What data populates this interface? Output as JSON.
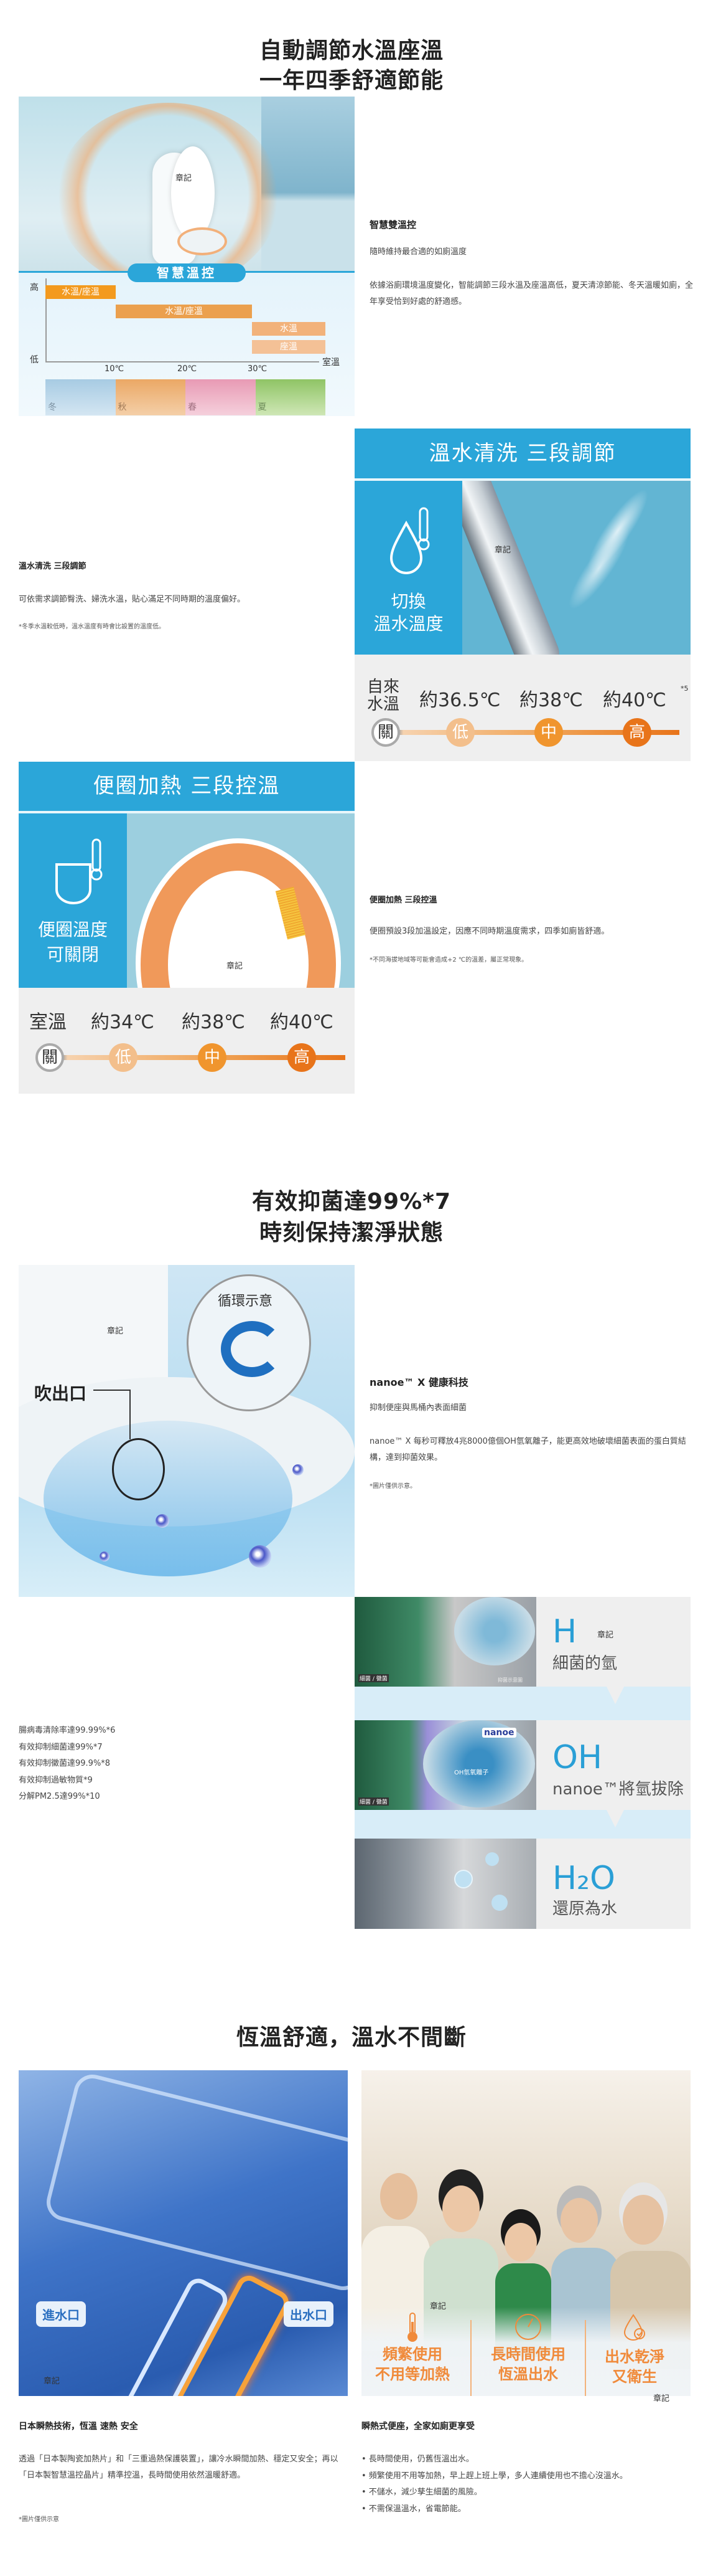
{
  "watermark": "章記",
  "s1": {
    "title1": "自動調節水溫座溫",
    "title2": "一年四季舒適節能",
    "heading": "智慧雙溫控",
    "sub": "隨時維持最合適的如廁溫度",
    "para": "依據浴廁環境溫度變化，智能調節三段水溫及座溫高低，夏天清涼節能、冬天溫暖如廁，全年享受恰到好處的舒適感。",
    "chart": {
      "banner": "智慧溫控",
      "y_high": "高",
      "y_low": "低",
      "x_label": "室溫",
      "ticks": [
        "10℃",
        "20℃",
        "30℃"
      ],
      "bars": [
        "水溫/座溫",
        "水溫/座溫",
        "水溫",
        "座溫"
      ],
      "seasons": [
        "冬",
        "秋",
        "春",
        "夏"
      ]
    }
  },
  "s2": {
    "header": "溫水清洗 三段調節",
    "side1": "切換",
    "side2": "溫水溫度",
    "tap1": "自來",
    "tap2": "水溫",
    "temps": [
      "約36.5℃",
      "約38℃",
      "約40℃"
    ],
    "temp_note": "*5",
    "dials": [
      "關",
      "低",
      "中",
      "高"
    ],
    "heading": "溫水清洗 三段調節",
    "para": "可依需求調節臀洗、婦洗水溫，貼心滿足不同時期的溫度偏好。",
    "note": "*冬季水溫較低時，溫水溫度有時會比設置的溫度低。"
  },
  "s3": {
    "header": "便圈加熱 三段控溫",
    "side1": "便圈溫度",
    "side2": "可關閉",
    "temps": [
      "室溫",
      "約34℃",
      "約38℃",
      "約40℃"
    ],
    "dials": [
      "關",
      "低",
      "中",
      "高"
    ],
    "heading": "便圈加熱 三段控溫",
    "para": "便圈預設3段加溫設定，因應不同時期溫度需求，四季如廁皆舒適。",
    "note": "*不同海拔地域等可能會造成+2 ℃的溫差，屬正常現象。"
  },
  "s4": {
    "title1": "有效抑菌達99%*7",
    "title2": "時刻保持潔淨狀態",
    "circle_label": "循環示意",
    "outlet": "吹出口",
    "heading": "nanoe™ X 健康科技",
    "sub": "抑制便座與馬桶內表面細菌",
    "para": "nanoe™ X 每秒可釋放4兆8000億個OH氫氧離子，能更高效地破壞細菌表面的蛋白質結構，達到抑菌效果。",
    "note": "*圖片僅供示意。"
  },
  "s5": {
    "list": [
      "腸病毒清除率達99.99%*6",
      "有效抑制細菌達99%*7",
      "有效抑制黴菌達99.9%*8",
      "有效抑制過敏物質*9",
      "分解PM2.5達99%*10"
    ],
    "steps": [
      {
        "big": "H",
        "text": "細菌的氫"
      },
      {
        "big": "OH",
        "text": "nanoe™將氫拔除"
      },
      {
        "big": "H₂O",
        "text": "還原為水"
      }
    ],
    "img_tag": "細菌 / 黴菌",
    "img_note": "抑菌示意圖",
    "brand": "nanoe",
    "ion": "OH氫氧離子"
  },
  "s6": {
    "title": "恆溫舒適，溫水不間斷",
    "inlet": "進水口",
    "outlet": "出水口",
    "features": [
      {
        "l1": "頻繁使用",
        "l2": "不用等加熱"
      },
      {
        "l1": "長時間使用",
        "l2": "恆溫出水"
      },
      {
        "l1": "出水乾淨",
        "l2": "又衛生"
      }
    ],
    "left_heading": "日本瞬熱技術，恆溫 速熱 安全",
    "left_para": "透過「日本製陶瓷加熱片」和「三重過熱保護裝置」，讓冷水瞬間加熱、穩定又安全；再以「日本製智慧溫控晶片」精準控溫，長時間使用依然溫暖舒適。",
    "left_note": "*圖片僅供示意",
    "right_heading": "瞬熱式便座，全家如廁更享受",
    "bullets": [
      "• 長時間使用，仍舊恆溫出水。",
      "• 頻繁使用不用等加熱，早上趕上班上學，多人連續使用也不擔心沒溫水。",
      "• 不儲水，減少孳生細菌的風險。",
      "• 不需保溫溫水，省電節能。"
    ]
  },
  "colors": {
    "blue": "#2ba6d9",
    "orange": "#f08a24",
    "grey": "#efefef"
  }
}
